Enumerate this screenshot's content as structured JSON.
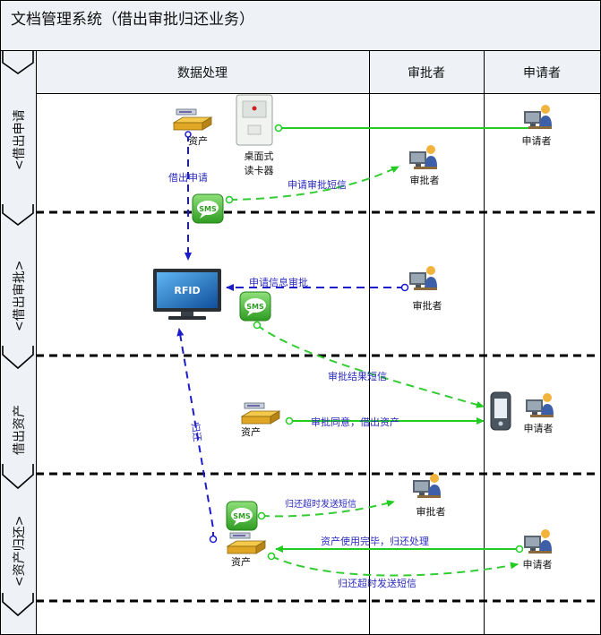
{
  "title": "文档管理系统（借出审批归还业务）",
  "columns": {
    "processing": "数据处理",
    "approver": "审批者",
    "applicant": "申请者"
  },
  "lanes": {
    "borrow_apply": "<借出申请",
    "borrow_approve": "<借出审批>",
    "borrow_asset": "借出资产",
    "asset_return": "<资产归还>"
  },
  "node_labels": {
    "asset_1": "资产",
    "reader_line1": "桌面式",
    "reader_line2": "读卡器",
    "applicant_1": "申请者",
    "approver_1": "审批者",
    "approver_2": "审批者",
    "asset_2": "资产",
    "applicant_2": "申请者",
    "approver_3": "审批者",
    "asset_3": "资产",
    "applicant_3": "申请者"
  },
  "device_text": {
    "rfid": "RFID",
    "sms": "SMS"
  },
  "edge_labels": {
    "borrow_apply": "借出申请",
    "approval_sms": "申请审批短信",
    "info_review": "申请信息审批",
    "result_sms": "审批结果短信",
    "approve_lend": "审批同意，借出资产",
    "return": "归还",
    "overdue_sms_top": "归还超时发送短信",
    "finish_return": "资产使用完毕，归还处理",
    "overdue_sms_bottom": "归还超时发送短信"
  },
  "colors": {
    "grid": "#000000",
    "header_bg": "#eef2f7",
    "solid_green": "#22cc22",
    "dashed_green": "#33cc33",
    "blue_arrow": "#1c1ccc",
    "label_blue": "#2b2bbf"
  },
  "icons": [
    "sms-icon",
    "rfid-monitor-icon",
    "card-reader-icon",
    "asset-device-icon",
    "person-at-computer-icon",
    "mobile-phone-icon"
  ]
}
